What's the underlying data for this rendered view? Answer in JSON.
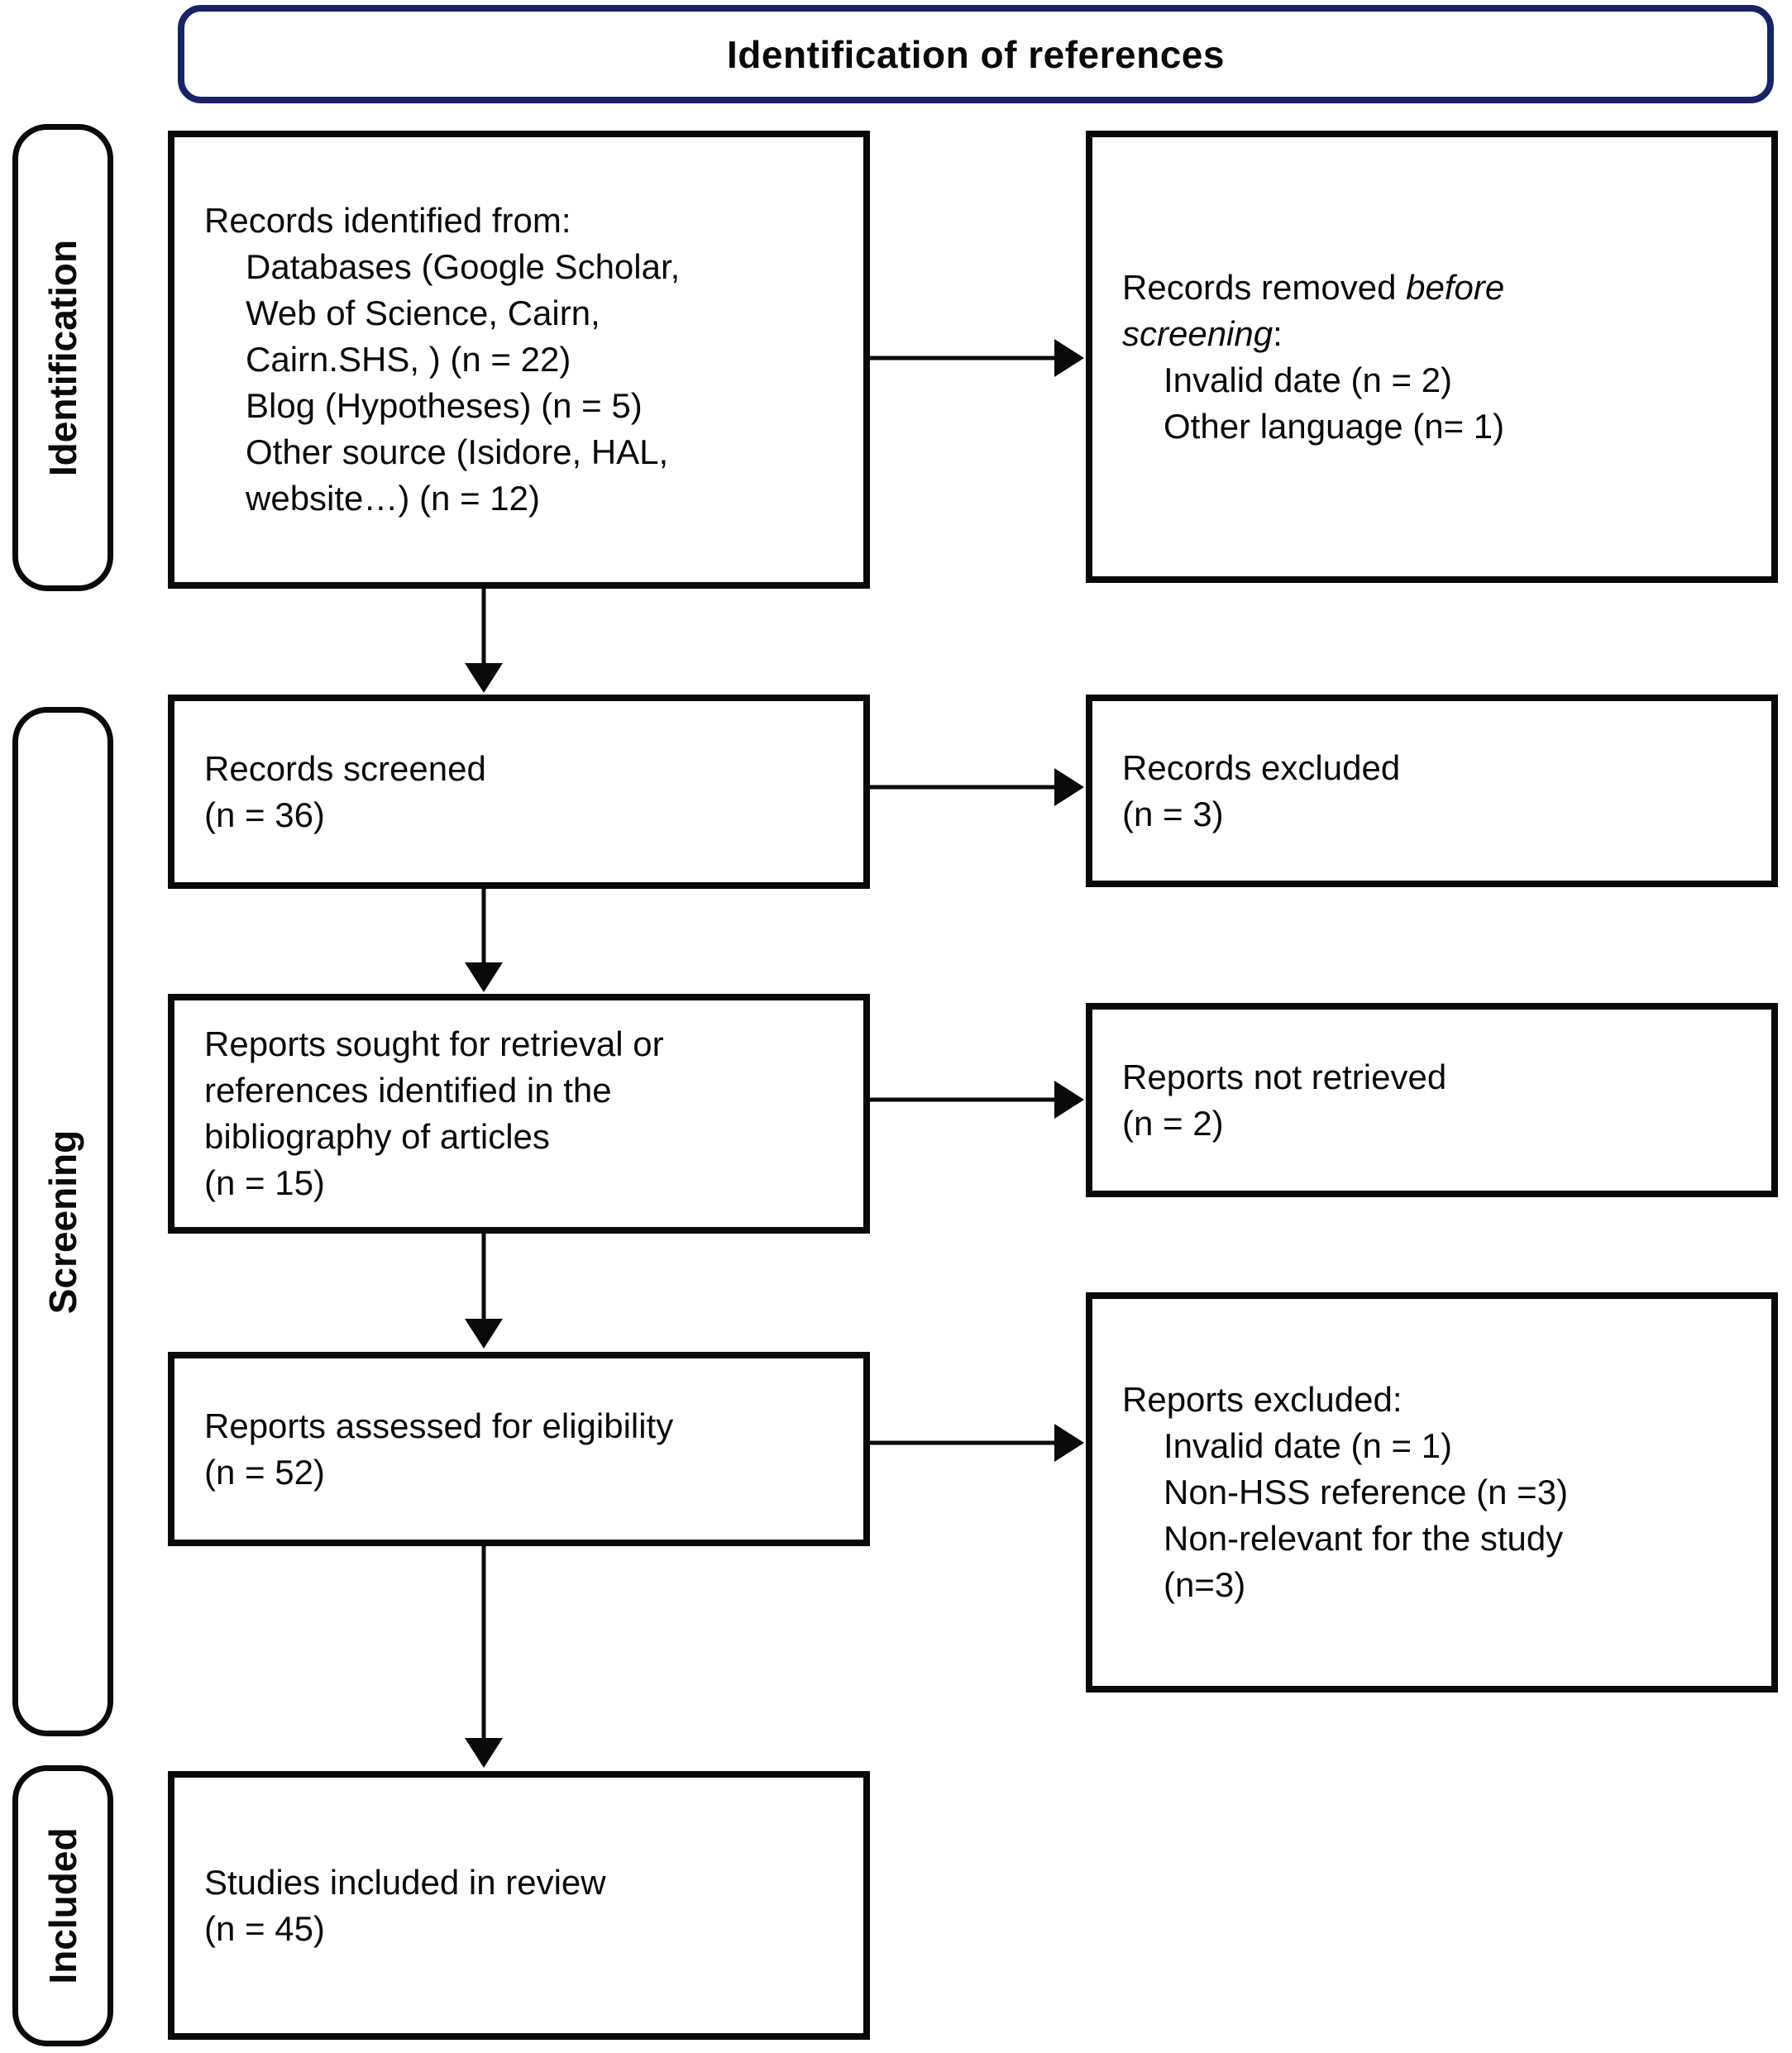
{
  "title": "Identification of references",
  "colors": {
    "title_border": "#172365",
    "box_border": "#0a0a0a",
    "arrow": "#0a0a0a",
    "text": "#0a0a0a"
  },
  "side_labels": {
    "identification": "Identification",
    "screening": "Screening",
    "included": "Included"
  },
  "boxes": {
    "records_identified": {
      "heading": "Records identified from:",
      "items": [
        "Databases (Google Scholar,",
        "Web of Science, Cairn,",
        "Cairn.SHS, ) (n = 22)",
        "Blog (Hypotheses) (n = 5)",
        "Other source (Isidore, HAL,",
        "website…) (n = 12)"
      ]
    },
    "records_removed": {
      "lead1_normal": "Records removed ",
      "lead1_italic": "before",
      "lead2_italic": "screening",
      "lead2_normal": ":",
      "items": [
        "Invalid date (n = 2)",
        "Other language (n= 1)"
      ]
    },
    "records_screened": {
      "lines": [
        "Records screened",
        "(n = 36)"
      ]
    },
    "records_excluded": {
      "lines": [
        "Records excluded",
        "(n = 3)"
      ]
    },
    "reports_sought": {
      "lines": [
        "Reports sought for retrieval or",
        "references identified in the",
        "bibliography of articles",
        "(n = 15)"
      ]
    },
    "reports_not_retrieved": {
      "lines": [
        "Reports not retrieved",
        "(n = 2)"
      ]
    },
    "reports_assessed": {
      "lines": [
        "Reports assessed for eligibility",
        "(n = 52)"
      ]
    },
    "reports_excluded": {
      "heading": "Reports excluded:",
      "items": [
        "Invalid date (n = 1)",
        "Non-HSS reference (n =3)",
        "Non-relevant for the study",
        "(n=3)"
      ]
    },
    "studies_included": {
      "lines": [
        "Studies included in review",
        "(n = 45)"
      ]
    }
  }
}
